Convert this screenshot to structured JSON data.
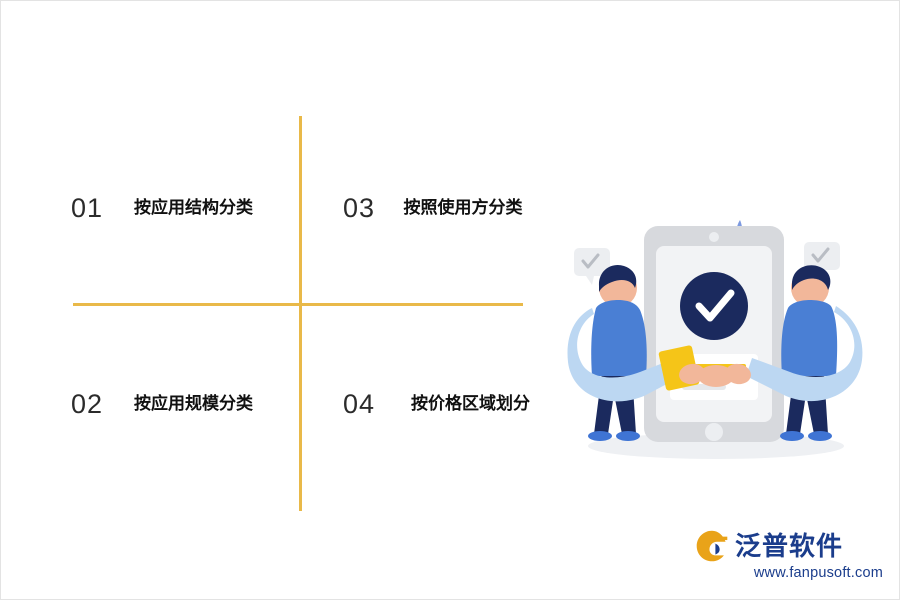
{
  "diagram": {
    "type": "quadrant-list",
    "quadrants": [
      {
        "number": "01",
        "label": "按应用结构分类"
      },
      {
        "number": "02",
        "label": "按应用规模分类"
      },
      {
        "number": "03",
        "label": "按照使用方分类"
      },
      {
        "number": "04",
        "label": "按价格区域划分"
      }
    ],
    "divider_color": "#e9b949"
  },
  "illustration": {
    "name": "two-people-shaking-hands-over-phone-with-checkmark",
    "accent_color": "#2f4e9e",
    "highlight_color": "#f5c518",
    "skin_color": "#f2b79a",
    "phone_color": "#d7d9dd"
  },
  "logo": {
    "name": "泛普软件",
    "url": "www.fanpusoft.com",
    "color": "#1b3d8c",
    "mark_color": "#e9a319"
  }
}
